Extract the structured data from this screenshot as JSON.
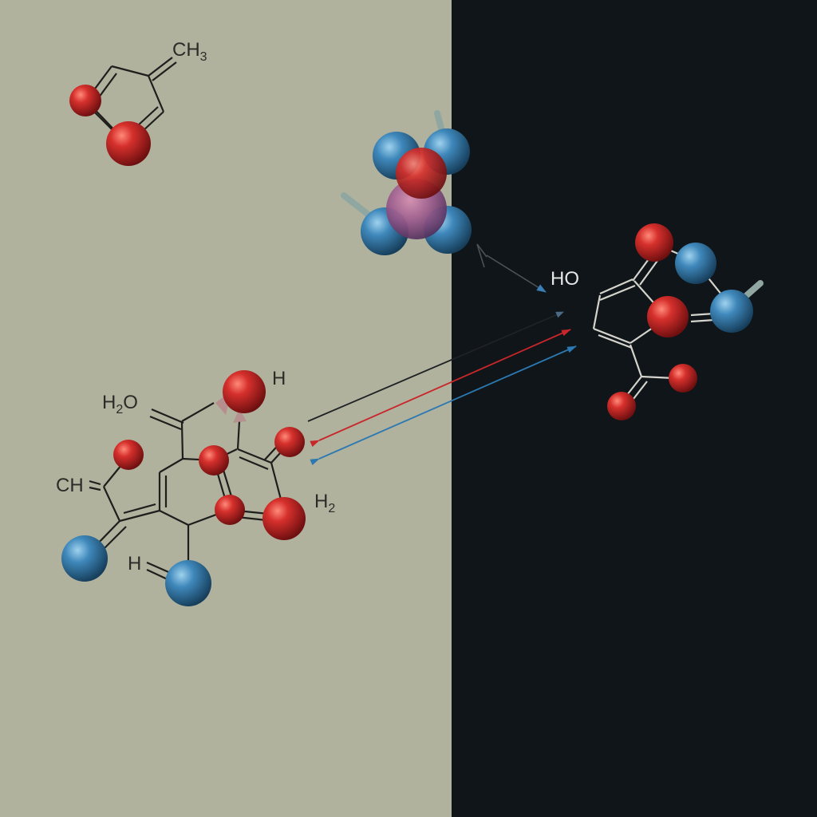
{
  "panels": {
    "left_color": "#b0b29e",
    "right_color": "#0f1518"
  },
  "atom_colors": {
    "oxygen": "#d0282a",
    "other": "#3d86b8"
  },
  "arrow_colors": {
    "red": "#c8262a",
    "blue": "#2c78b0",
    "gray": "#4a5258"
  },
  "labels": {
    "ch3": {
      "text": "CH",
      "subscript": "3"
    },
    "h2o": {
      "text": "H",
      "subscript": "2",
      "tail": "O"
    },
    "h_top": "H",
    "ch_left": "CH",
    "h2_right": {
      "text": "H",
      "subscript": "2"
    },
    "h_bottom": "H",
    "ho": "HO"
  }
}
